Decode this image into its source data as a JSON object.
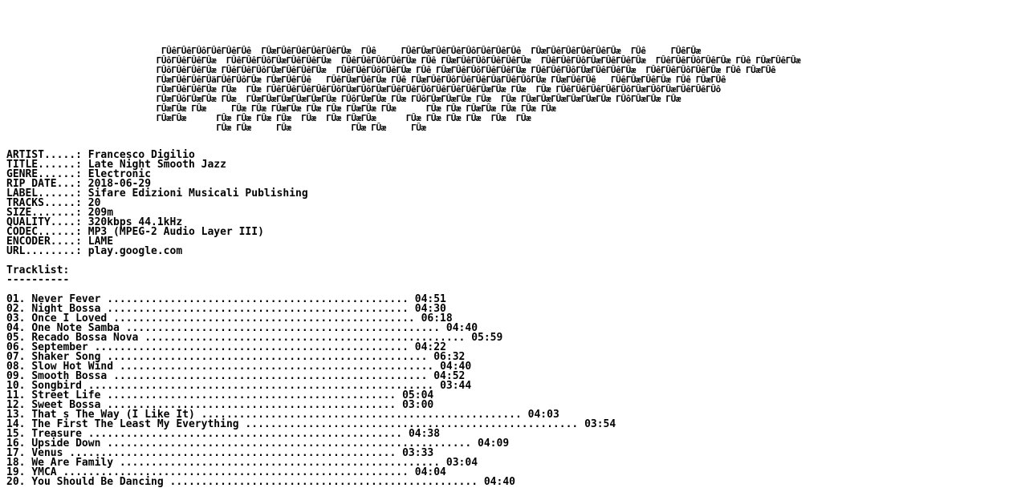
{
  "ascii_art": [
    "                               ΓÛêΓÛêΓÛôΓÛêΓÛêΓÛê  ΓÛæΓÛêΓÛêΓÛêΓÛêΓÛæ  ΓÛê     ΓÛêΓÛæΓÛêΓÛêΓÛôΓÛêΓÛêΓÛê  ΓÛæΓÛêΓÛêΓÛêΓÛêΓÛæ  ΓÛê     ΓÛêΓÛæ",
    "                              ΓÛôΓÛêΓÛêΓÛæ  ΓÛêΓÛêΓÛôΓÛæΓÛêΓÛêΓÛæ  ΓÛêΓÛêΓÛôΓÛêΓÛæ ΓÛê ΓÛæΓÛêΓÛôΓÛêΓÛêΓÛæ  ΓÛêΓÛêΓÛôΓÛæΓÛêΓÛêΓÛæ  ΓÛêΓÛêΓÛôΓÛêΓÛæ ΓÛê ΓÛæΓÛêΓÛæ",
    "                              ΓÛôΓÛêΓÛêΓÛæ ΓÛêΓÛêΓÛôΓÛæΓÛêΓÛêΓÛæ  ΓÛêΓÛêΓÛôΓÛêΓÛæ ΓÛê ΓÛæΓÛêΓÛôΓÛêΓÛêΓÛæ ΓÛêΓÛêΓÛôΓÛæΓÛêΓÛêΓÛæ  ΓÛêΓÛêΓÛôΓÛêΓÛæ ΓÛê ΓÛæΓÛê",
    "                              ΓÛæΓÛêΓÛêΓÛäΓÛêΓÛôΓÛæ ΓÛæΓÛêΓÛê   ΓÛêΓÛæΓÛêΓÛæ ΓÛê ΓÛæΓÛêΓÛôΓÛêΓÛêΓÛäΓÛêΓÛôΓÛæ ΓÛæΓÛêΓÛê   ΓÛêΓÛæΓÛêΓÛæ ΓÛê ΓÛæΓÛê",
    "                              ΓÛæΓÛêΓÛêΓÛæ ΓÛæ  ΓÛæ ΓÛêΓÛêΓÛêΓÛêΓÛôΓÛæΓÛôΓÛæΓÛêΓÛêΓÛôΓÛêΓÛêΓÛêΓÛæΓÛæ ΓÛæ  ΓÛæ ΓÛêΓÛêΓÛêΓÛêΓÛôΓÛæΓÛôΓÛæΓÛêΓÛêΓÛô",
    "                              ΓÛæΓÛôΓÛæΓÛæ ΓÛæ  ΓÛæΓÛæΓÛæΓÛæΓÛæΓÛæ ΓÛôΓÛæΓÛæ ΓÛæ ΓÛôΓÛæΓÛæΓÛæ ΓÛæ  ΓÛæ ΓÛæΓÛæΓÛæΓÛæΓÛæΓÛæ ΓÛôΓÛæΓÛæ ΓÛæ",
    "                              ΓÛæΓÛæ ΓÛæ     ΓÛæ ΓÛæ ΓÛæΓÛæ ΓÛæ ΓÛæ ΓÛæΓÛæ ΓÛæ      ΓÛæ ΓÛæ ΓÛæΓÛæ ΓÛæ ΓÛæ ΓÛæ",
    "                              ΓÛæΓÛæ      ΓÛæ ΓÛæ ΓÛæ ΓÛæ  ΓÛæ  ΓÛæ ΓÛæΓÛæ      ΓÛæ ΓÛæ ΓÛæ ΓÛæ  ΓÛæ  ΓÛæ",
    "                                          ΓÛæ ΓÛæ     ΓÛæ            ΓÛæ ΓÛæ     ΓÛæ"
  ],
  "metadata": [
    {
      "key": "ARTIST.....",
      "value": "Francesco Digilio"
    },
    {
      "key": "TITLE......",
      "value": "Late Night Smooth Jazz"
    },
    {
      "key": "GENRE......",
      "value": "Electronic"
    },
    {
      "key": "RIP DATE...",
      "value": "2018-06-29"
    },
    {
      "key": "LABEL......",
      "value": "Sifare Edizioni Musicali Publishing"
    },
    {
      "key": "TRACKS.....",
      "value": "20"
    },
    {
      "key": "SIZE.......",
      "value": "209m"
    },
    {
      "key": "QUALITY....",
      "value": "320kbps 44.1kHz"
    },
    {
      "key": "CODEC......",
      "value": "MP3 (MPEG-2 Audio Layer III)"
    },
    {
      "key": "ENCODER....",
      "value": "LAME"
    },
    {
      "key": "URL........",
      "value": "play.google.com"
    }
  ],
  "tracklist_heading": "Tracklist:",
  "tracklist_underline": "----------",
  "tracks": [
    {
      "num": "01",
      "title": "Never Fever",
      "dots": "................................................",
      "time": "04:51"
    },
    {
      "num": "02",
      "title": "Night Bossa",
      "dots": "................................................",
      "time": "04:30"
    },
    {
      "num": "03",
      "title": "Once I Loved",
      "dots": "................................................",
      "time": "06:18"
    },
    {
      "num": "04",
      "title": "One Note Samba",
      "dots": "..................................................",
      "time": "04:40"
    },
    {
      "num": "05",
      "title": "Recado Bossa Nova",
      "dots": "...................................................",
      "time": "05:59"
    },
    {
      "num": "06",
      "title": "September",
      "dots": "..................................................",
      "time": "04:22"
    },
    {
      "num": "07",
      "title": "Shaker Song",
      "dots": "...................................................",
      "time": "06:32"
    },
    {
      "num": "08",
      "title": "Slow Hot Wind",
      "dots": "..................................................",
      "time": "04:40"
    },
    {
      "num": "09",
      "title": "Smooth Bossa",
      "dots": "..................................................",
      "time": "04:52"
    },
    {
      "num": "10",
      "title": "Songbird",
      "dots": ".......................................................",
      "time": "03:44"
    },
    {
      "num": "11",
      "title": "Street Life",
      "dots": "..............................................",
      "time": "05:04"
    },
    {
      "num": "12",
      "title": "Sweet Bossa",
      "dots": "..............................................",
      "time": "03:00"
    },
    {
      "num": "13",
      "title": "That s The Way (I Like It)",
      "dots": "...................................................",
      "time": "04:03"
    },
    {
      "num": "14",
      "title": "The First The Least My Everything",
      "dots": ".....................................................",
      "time": "03:54"
    },
    {
      "num": "15",
      "title": "Treasure",
      "dots": "..................................................",
      "time": "04:38"
    },
    {
      "num": "16",
      "title": "Upside Down",
      "dots": "..........................................................",
      "time": "04:09"
    },
    {
      "num": "17",
      "title": "Venus",
      "dots": "....................................................",
      "time": "03:33"
    },
    {
      "num": "18",
      "title": "We Are Family",
      "dots": "...................................................",
      "time": "03:04"
    },
    {
      "num": "19",
      "title": "YMCA",
      "dots": ".......................................................",
      "time": "04:04"
    },
    {
      "num": "20",
      "title": "You Should Be Dancing",
      "dots": ".................................................",
      "time": "04:40"
    }
  ]
}
